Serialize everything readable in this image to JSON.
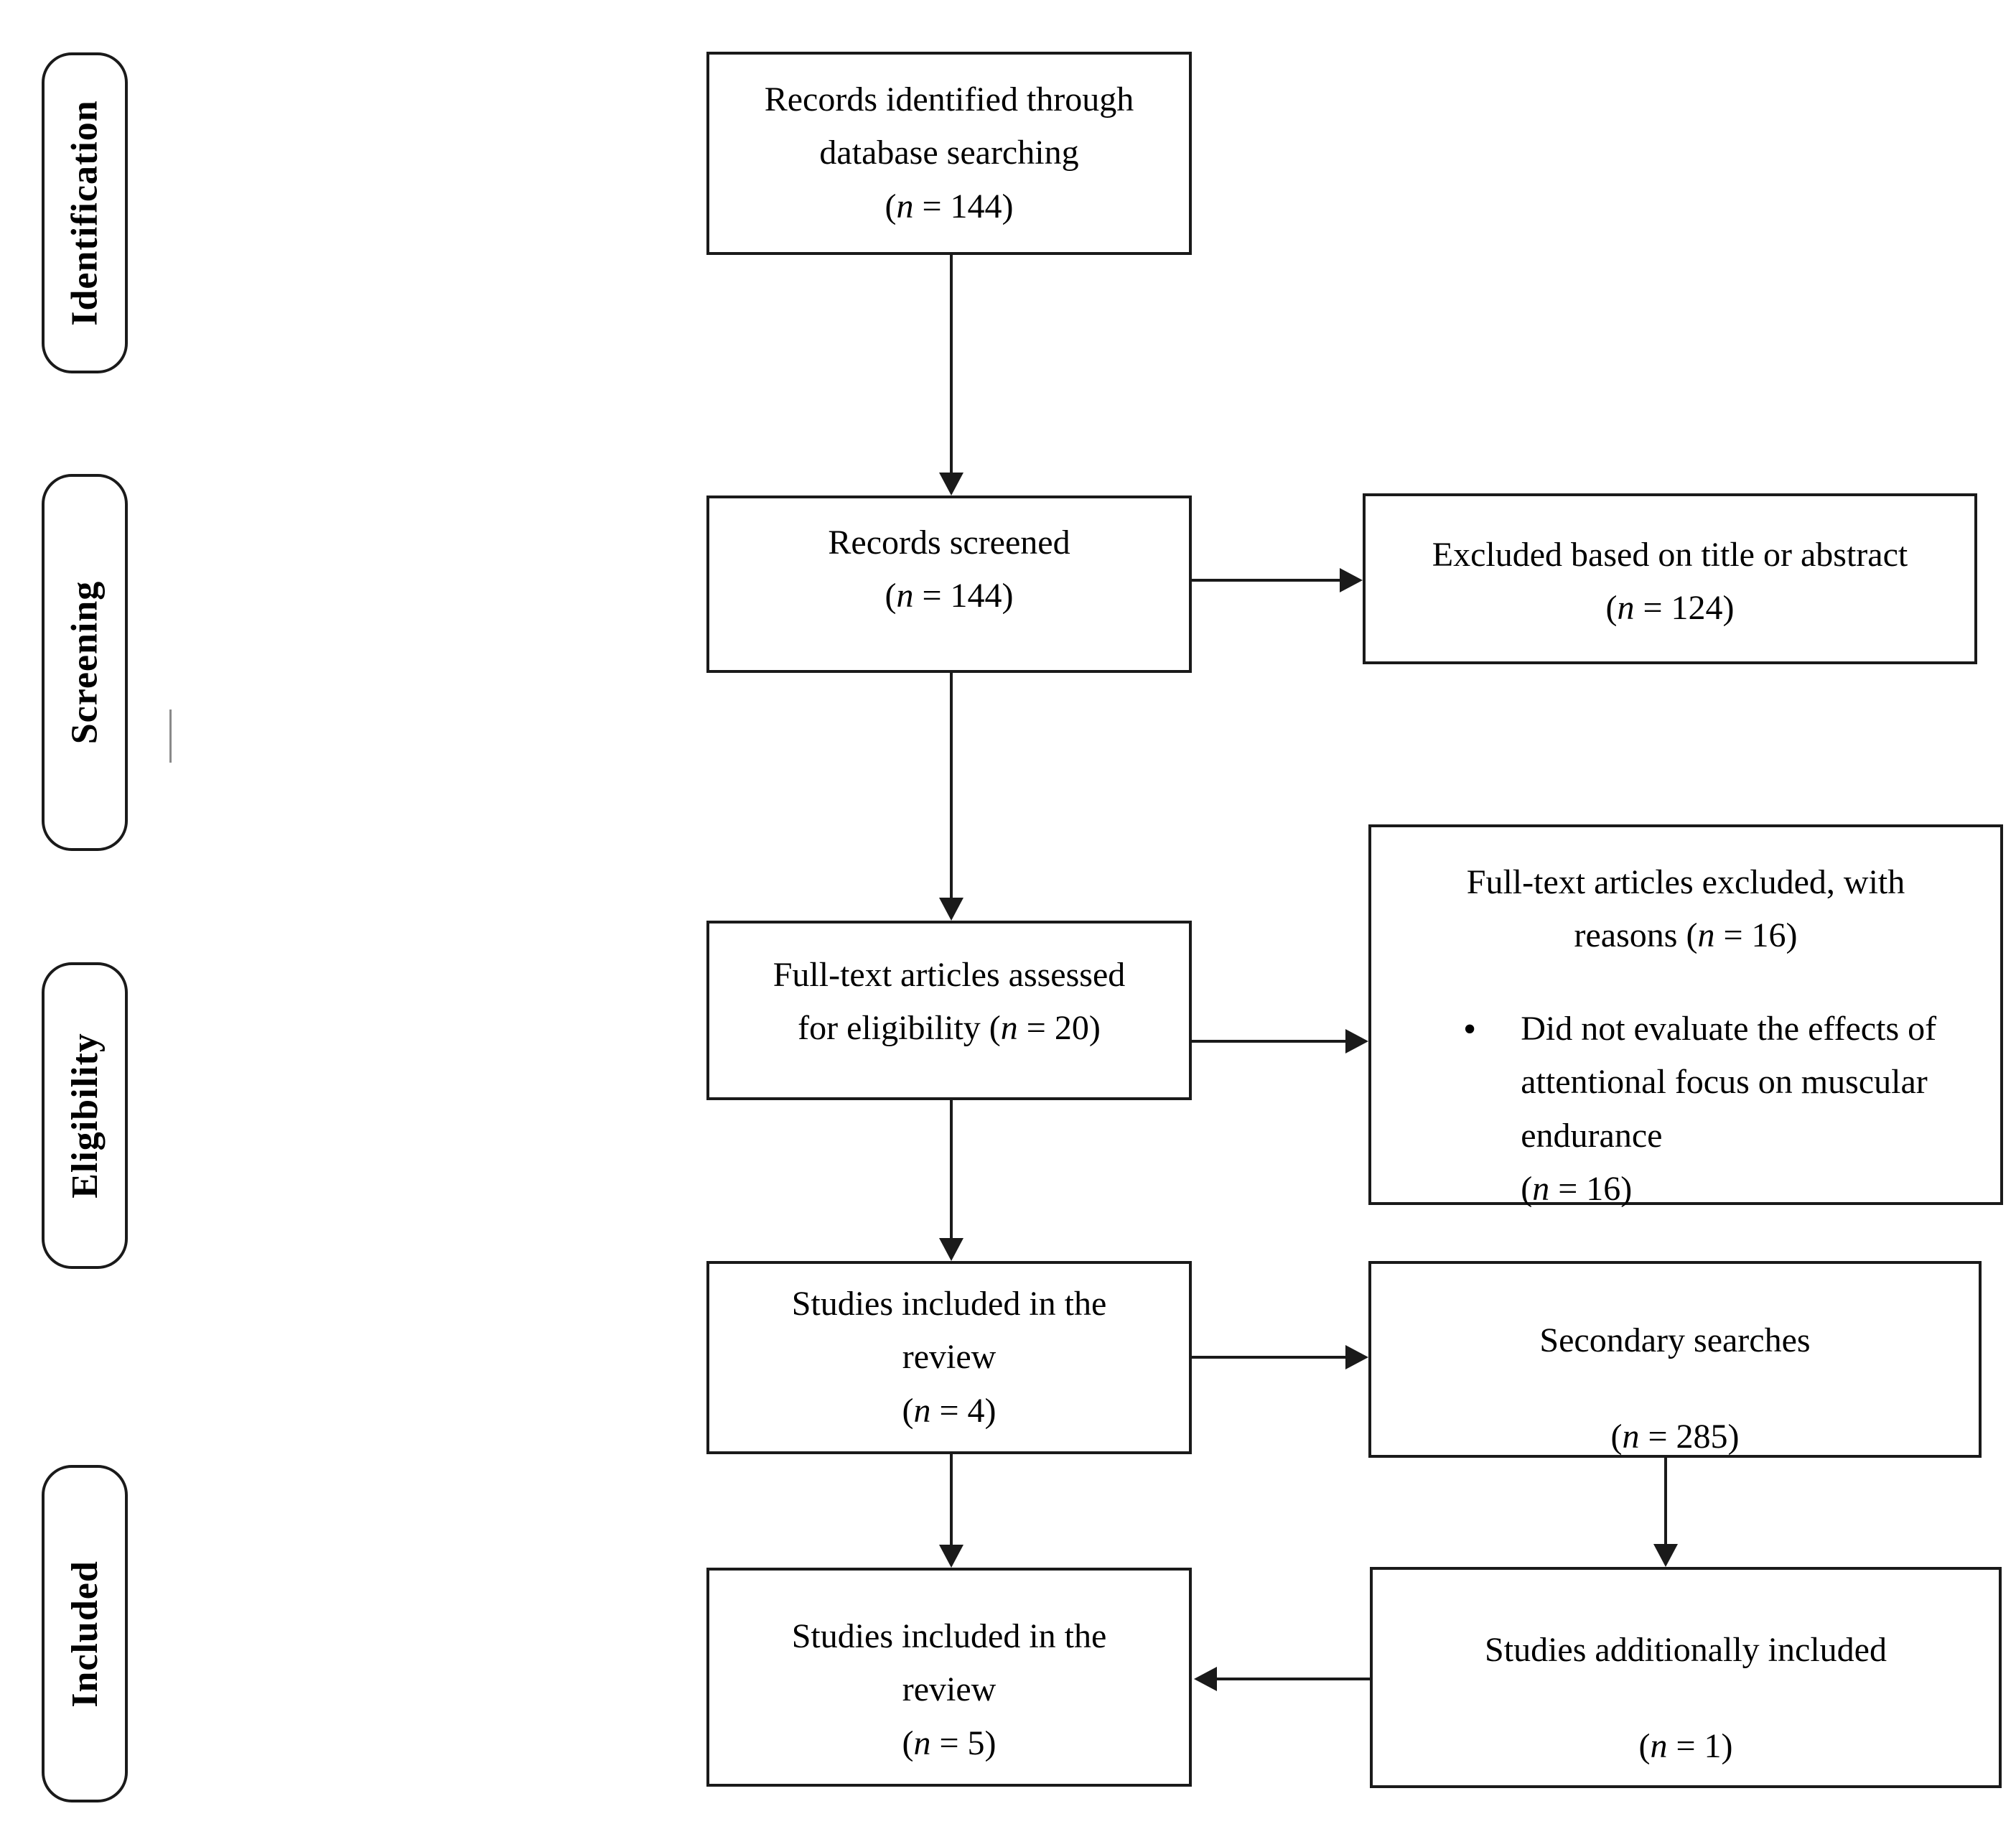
{
  "stages": [
    {
      "label": "Identification"
    },
    {
      "label": "Screening"
    },
    {
      "label": "Eligibility"
    },
    {
      "label": "Included"
    }
  ],
  "boxes": {
    "identified": {
      "line1": "Records identified through",
      "line2": "database searching",
      "count": "(n = 144)"
    },
    "screened": {
      "line1": "Records screened",
      "count": "(n = 144)"
    },
    "excluded": {
      "line1": "Excluded based on title or abstract",
      "count": "(n = 124)"
    },
    "assessed": {
      "line1": "Full-text articles assessed",
      "line2": "for eligibility (n = 20)"
    },
    "fulltext_excluded": {
      "heading_line1": "Full-text articles excluded, with",
      "heading_line2": "reasons (n = 16)",
      "bullet_text": "Did not evaluate the effects of attentional focus on muscular endurance",
      "bullet_count": "(n = 16)"
    },
    "included4": {
      "line1": "Studies included in the",
      "line2": "review",
      "count": "(n = 4)"
    },
    "secondary": {
      "line1": "Secondary searches",
      "count": "(n = 285)"
    },
    "included5": {
      "line1": "Studies included in the",
      "line2": "review",
      "count": "(n = 5)"
    },
    "additional": {
      "line1": "Studies additionally included",
      "count": "(n = 1)"
    }
  },
  "colors": {
    "line": "#1a1a1a",
    "text": "#000000",
    "artifact": "#8a8a8a"
  }
}
